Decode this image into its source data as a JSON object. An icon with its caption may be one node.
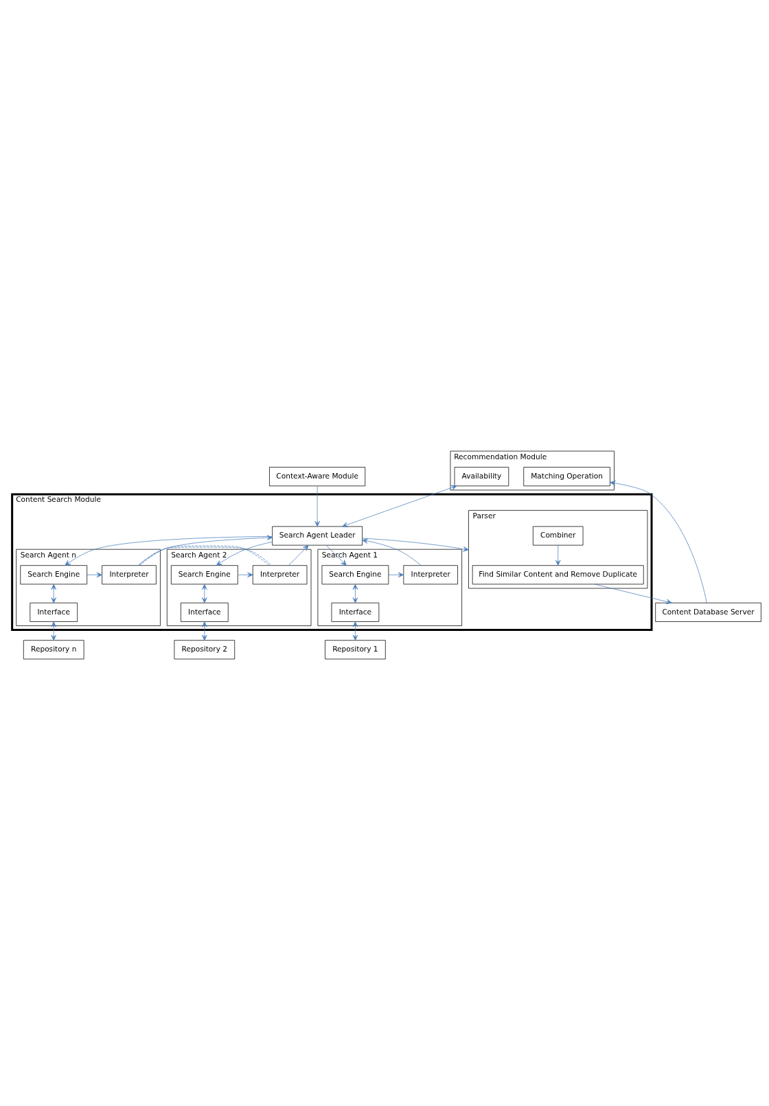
{
  "diagram": {
    "nodes": [
      {
        "text": [
          "Recommendation Module"
        ]
      },
      {
        "text": [
          "Availability"
        ],
        "in": 0
      },
      {
        "text": [
          "Matching Operation"
        ],
        "in": 0
      },
      {
        "text": [
          "Content Database Server"
        ]
      },
      {
        "text": [
          "Context-Aware Module"
        ]
      },
      {
        "text": [
          "Content Search Module"
        ]
      },
      {
        "text": [
          "Parser"
        ],
        "in": 5
      },
      {
        "text": [
          "Find Similar Content and Remove Duplicate"
        ],
        "in": 6
      },
      {
        "text": [
          "Combiner"
        ],
        "in": 6
      },
      {
        "text": [
          "Search Agent Leader"
        ],
        "in": 5
      },
      {
        "text": [
          "Search Agent n"
        ],
        "in": 5
      },
      {
        "text": [
          "Interpreter"
        ],
        "in": 10
      },
      {
        "text": [
          "Search Engine"
        ],
        "in": 10
      },
      {
        "text": [
          "Interface"
        ],
        "in": 10
      },
      {
        "text": [
          "Search Agent 2"
        ],
        "in": 5
      },
      {
        "text": [
          "Interpreter"
        ],
        "in": 14
      },
      {
        "text": [
          "Search Engine"
        ],
        "in": 14
      },
      {
        "text": [
          "Interface"
        ],
        "in": 14
      },
      {
        "text": [
          "Search Agent 1"
        ],
        "in": 5
      },
      {
        "text": [
          "Interpreter"
        ],
        "in": 18
      },
      {
        "text": [
          "Search Engine"
        ],
        "in": 18
      },
      {
        "text": [
          "Interface"
        ],
        "in": 18
      },
      {
        "text": [
          "Repository n"
        ]
      },
      {
        "text": [
          "Repository 2"
        ]
      },
      {
        "text": [
          "Repository 1"
        ]
      }
    ],
    "edges": [
      {
        "from": 3,
        "to": 2,
        "arrow": "to"
      },
      {
        "from": 1,
        "to": 9,
        "arrow": "both"
      },
      {
        "from": 7,
        "to": 3,
        "arrow": "to"
      },
      {
        "from": 8,
        "to": 7,
        "arrow": "to"
      },
      {
        "from": 9,
        "to": 6,
        "arrow": "to"
      },
      {
        "from": 4,
        "to": 9,
        "arrow": "to"
      },
      {
        "from": 11,
        "to": 9,
        "arrow": "to"
      },
      {
        "from": 9,
        "to": 12,
        "arrow": "to"
      },
      {
        "from": 15,
        "to": 9,
        "arrow": "to"
      },
      {
        "from": 9,
        "to": 16,
        "arrow": "to"
      },
      {
        "from": 19,
        "to": 9,
        "arrow": "to"
      },
      {
        "from": 9,
        "to": 20,
        "arrow": "to"
      },
      {
        "from": 12,
        "to": 11,
        "arrow": "to"
      },
      {
        "from": 12,
        "to": 13,
        "arrow": "both"
      },
      {
        "from": 16,
        "to": 15,
        "arrow": "to"
      },
      {
        "from": 16,
        "to": 17,
        "arrow": "both"
      },
      {
        "from": 20,
        "to": 19,
        "arrow": "to"
      },
      {
        "from": 20,
        "to": 21,
        "arrow": "both"
      },
      {
        "from": 13,
        "to": 22,
        "arrow": "both"
      },
      {
        "from": 17,
        "to": 23,
        "arrow": "both"
      },
      {
        "from": 21,
        "to": 24,
        "arrow": "both"
      },
      {
        "from": 10,
        "to": 14,
        "arrow": "none",
        "style": "dashed"
      }
    ]
  }
}
